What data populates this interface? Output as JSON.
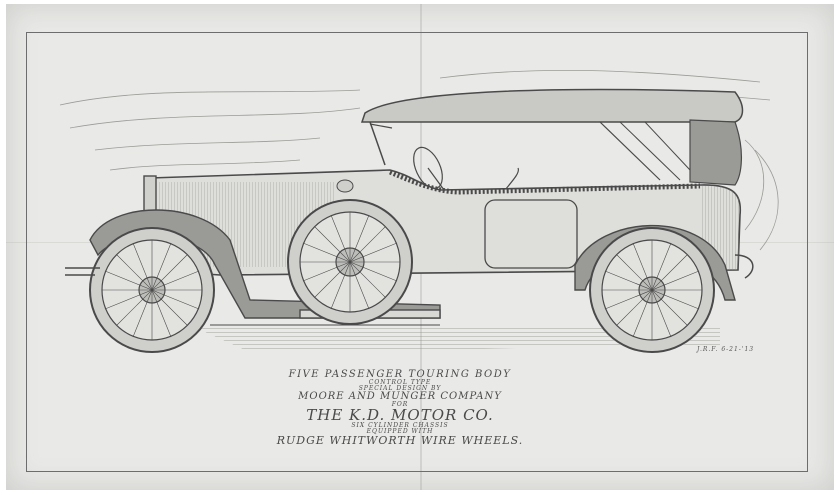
{
  "caption": {
    "line1": "FIVE PASSENGER TOURING BODY",
    "line2": "CONTROL TYPE",
    "line3": "SPECIAL DESIGN BY",
    "line4": "MOORE AND MUNGER COMPANY",
    "line5": "FOR",
    "line6": "THE K.D. MOTOR CO.",
    "line7": "SIX CYLINDER CHASSIS",
    "line8": "EQUIPPED WITH",
    "line9": "RUDGE WHITWORTH WIRE WHEELS."
  },
  "signature": "J.R.F. 6-21-'13",
  "colors": {
    "paper": "#e9e9e7",
    "ink": "#4a4a4a",
    "shade": "#9a9a96"
  }
}
